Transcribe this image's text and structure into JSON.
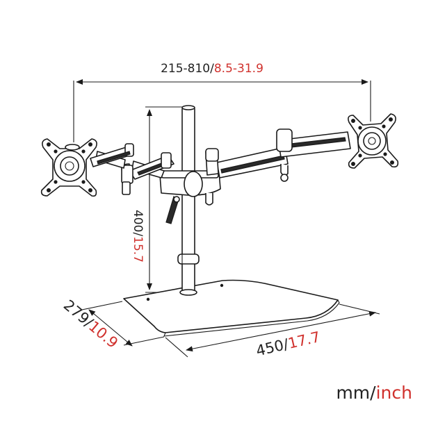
{
  "dimensions": {
    "width": {
      "mm": "215-810",
      "separator": "/",
      "inch": "8.5-31.9"
    },
    "height": {
      "mm": "400",
      "separator": "/",
      "inch": "15.7"
    },
    "depth": {
      "mm": "279",
      "separator": "/",
      "inch": "10.9"
    },
    "length": {
      "mm": "450",
      "separator": "/",
      "inch": "17.7"
    }
  },
  "units": {
    "mm": "mm",
    "separator": "/",
    "inch": "inch"
  },
  "colors": {
    "mm": "#222222",
    "inch": "#d0312d",
    "line": "#1a1a1a"
  }
}
